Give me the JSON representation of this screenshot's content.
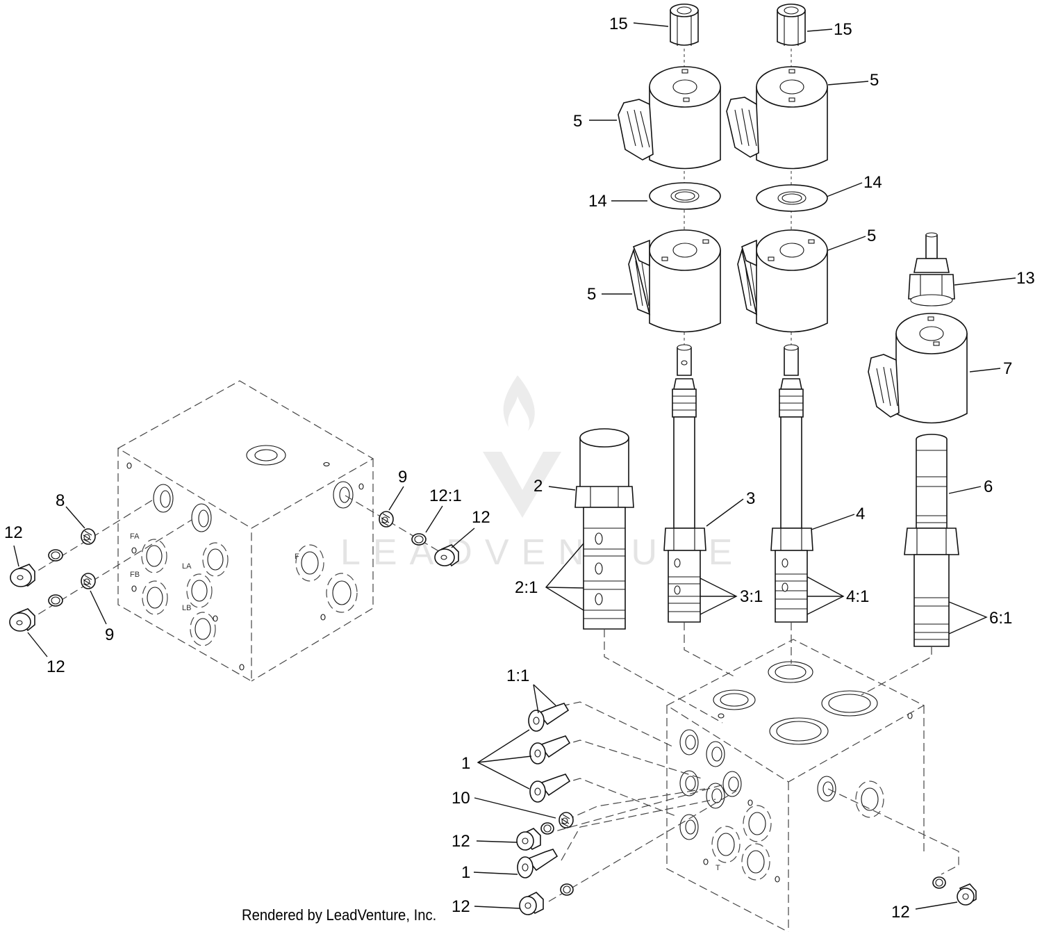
{
  "diagram": {
    "callouts": [
      {
        "id": "c1",
        "text": "15"
      },
      {
        "id": "c2",
        "text": "15"
      },
      {
        "id": "c3",
        "text": "5"
      },
      {
        "id": "c4",
        "text": "5"
      },
      {
        "id": "c5",
        "text": "14"
      },
      {
        "id": "c6",
        "text": "14"
      },
      {
        "id": "c7",
        "text": "5"
      },
      {
        "id": "c8",
        "text": "5"
      },
      {
        "id": "c9",
        "text": "13"
      },
      {
        "id": "c10",
        "text": "7"
      },
      {
        "id": "c11",
        "text": "2"
      },
      {
        "id": "c12",
        "text": "3"
      },
      {
        "id": "c13",
        "text": "4"
      },
      {
        "id": "c14",
        "text": "6"
      },
      {
        "id": "c15",
        "text": "2:1"
      },
      {
        "id": "c16",
        "text": "3:1"
      },
      {
        "id": "c17",
        "text": "4:1"
      },
      {
        "id": "c18",
        "text": "6:1"
      },
      {
        "id": "c19",
        "text": "1:1"
      },
      {
        "id": "c20",
        "text": "1"
      },
      {
        "id": "c21",
        "text": "10"
      },
      {
        "id": "c22",
        "text": "12"
      },
      {
        "id": "c23",
        "text": "1"
      },
      {
        "id": "c24",
        "text": "12"
      },
      {
        "id": "c25",
        "text": "12"
      },
      {
        "id": "c26",
        "text": "8"
      },
      {
        "id": "c27",
        "text": "12"
      },
      {
        "id": "c28",
        "text": "9"
      },
      {
        "id": "c29",
        "text": "12:1"
      },
      {
        "id": "c30",
        "text": "12"
      },
      {
        "id": "c31",
        "text": "9"
      },
      {
        "id": "c32",
        "text": "12"
      }
    ],
    "port_labels": [
      "FA",
      "FB",
      "LA",
      "LB",
      "F",
      "T"
    ],
    "watermark": "LEADVENTURE",
    "credit": "Rendered by LeadVenture, Inc."
  }
}
